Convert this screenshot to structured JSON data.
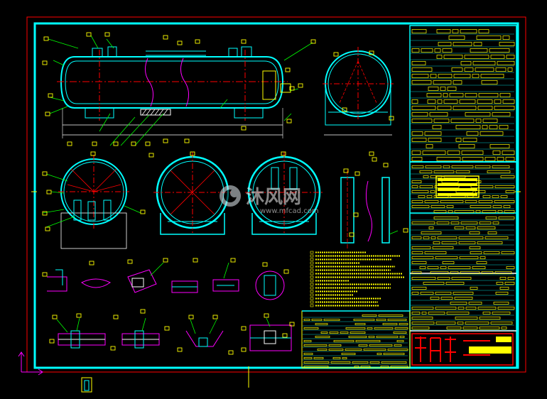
{
  "drawing": {
    "background": "#000000",
    "colors": {
      "frame": "#00ffff",
      "outer_border": "#ff0000",
      "vessel": "#00ffff",
      "leaders": "#00ff00",
      "labels": "#ffff00",
      "centerlines": "#ff0000",
      "break_lines": "#ff00ff",
      "title_block_accent": "#ff0000",
      "ucs": "#ff00ff",
      "white": "#ffffff"
    },
    "title_block_text": "",
    "notes_text": ""
  },
  "watermark": {
    "brand_cn": "沐风网",
    "url": "www.mfcad.com",
    "logo_icon": "mfcad-logo-icon",
    "opacity": 0.6
  },
  "ucs_icon": "ucs-axes-icon"
}
